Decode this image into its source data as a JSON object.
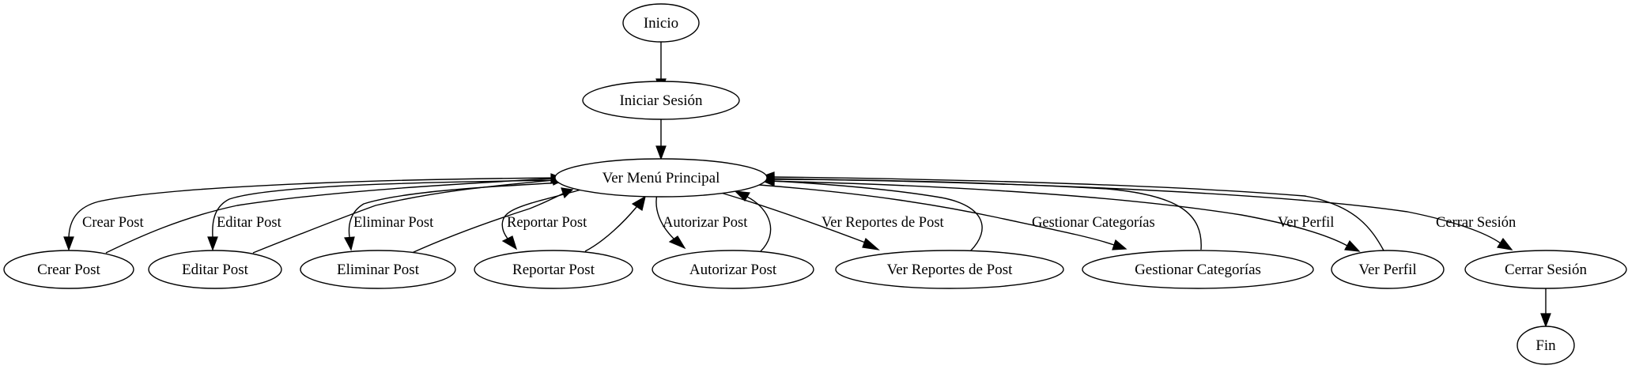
{
  "nodes": {
    "inicio": "Inicio",
    "iniciar_sesion": "Iniciar Sesión",
    "menu": "Ver Menú Principal",
    "crear": "Crear Post",
    "editar": "Editar Post",
    "eliminar": "Eliminar Post",
    "reportar": "Reportar Post",
    "autorizar": "Autorizar Post",
    "ver_reportes": "Ver Reportes de Post",
    "gestionar": "Gestionar Categorías",
    "ver_perfil": "Ver Perfil",
    "cerrar": "Cerrar Sesión",
    "fin": "Fin"
  },
  "edge_labels": {
    "crear": "Crear Post",
    "editar": "Editar Post",
    "eliminar": "Eliminar Post",
    "reportar": "Reportar Post",
    "autorizar": "Autorizar Post",
    "ver_reportes": "Ver Reportes de Post",
    "gestionar": "Gestionar Categorías",
    "ver_perfil": "Ver Perfil",
    "cerrar": "Cerrar Sesión"
  }
}
